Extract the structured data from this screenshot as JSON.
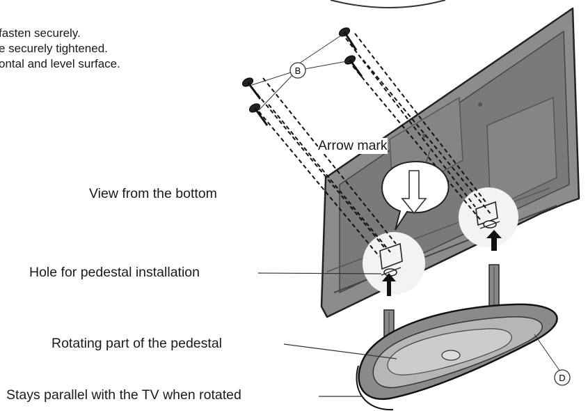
{
  "instructions": {
    "line1": "fasten securely.",
    "line2": "e securely tightened.",
    "line3": "ontal and level surface."
  },
  "callouts": {
    "screw": "B",
    "pedestal": "D"
  },
  "labels": {
    "arrow_mark": "Arrow mark",
    "view_from_bottom": "View from the bottom",
    "hole": "Hole for pedestal installation",
    "rotating_part": "Rotating part of the pedestal",
    "stays_parallel": "Stays parallel with the TV when rotated"
  }
}
